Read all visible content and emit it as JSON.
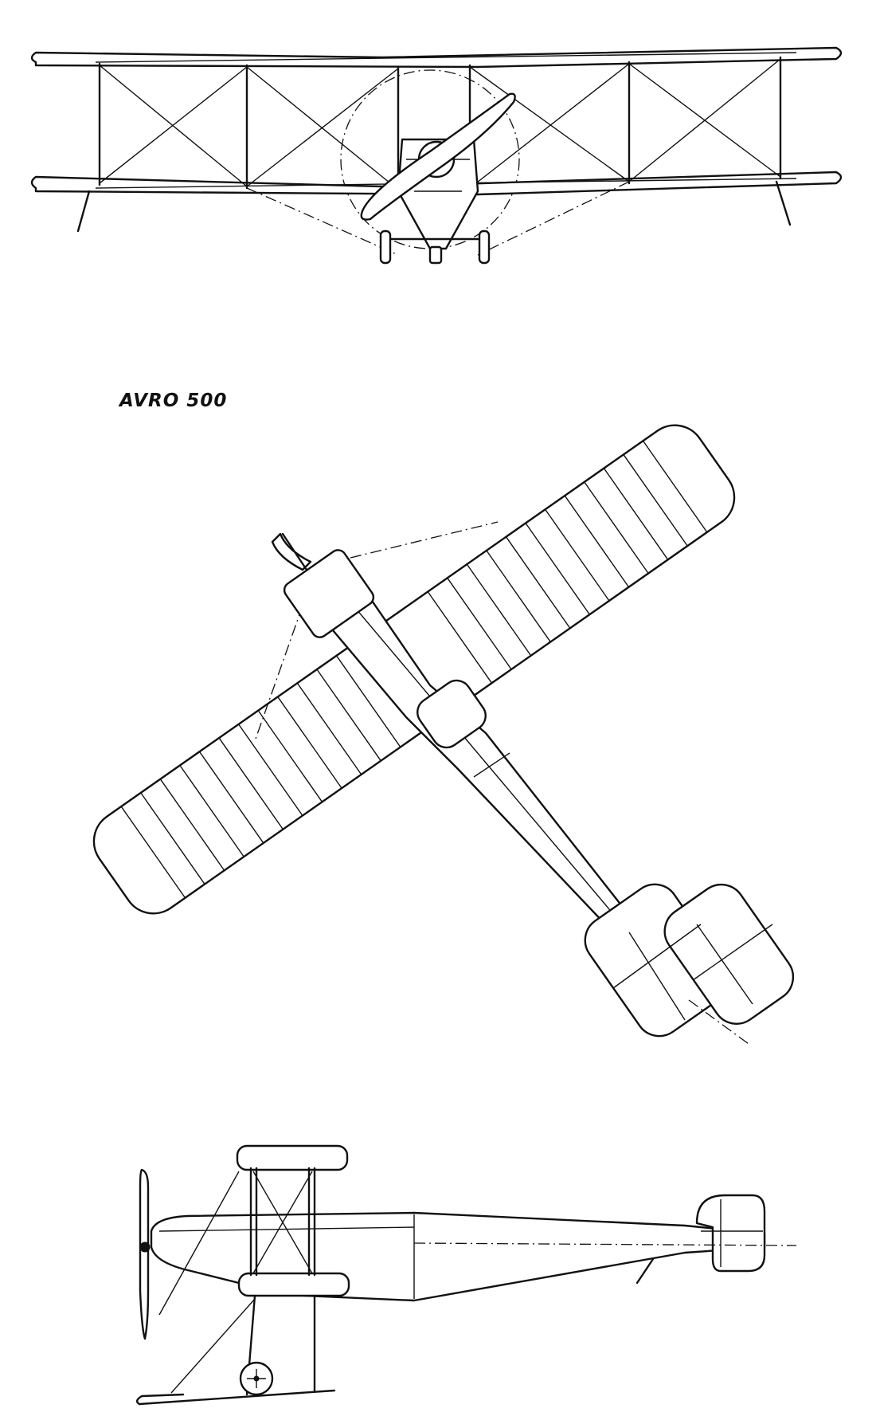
{
  "drawing": {
    "title": "AVRO 500",
    "views": [
      "front-view",
      "plan-view",
      "side-view"
    ]
  }
}
